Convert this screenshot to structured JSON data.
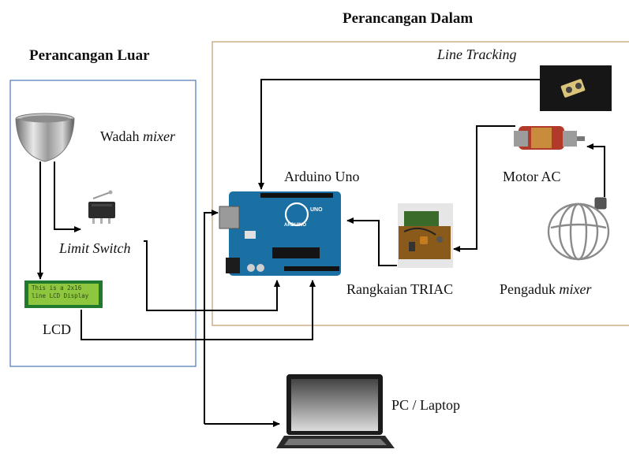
{
  "titles": {
    "inner": "Perancangan Dalam",
    "outer": "Perancangan Luar"
  },
  "labels": {
    "line_tracking": "Line Tracking",
    "wadah": "Wadah",
    "wadah_italic": "mixer",
    "arduino": "Arduino Uno",
    "motor": "Motor AC",
    "limit_switch": "Limit Switch",
    "triac": "Rangkaian TRIAC",
    "pengaduk": "Pengaduk",
    "pengaduk_italic": "mixer",
    "lcd": "LCD",
    "pc": "PC / Laptop"
  },
  "lcd_screen": {
    "line1": "This is a 2x16",
    "line2": "line LCD Display"
  },
  "arduino_board": {
    "brand": "ARDUINO",
    "model": "UNO"
  },
  "colors": {
    "outer_box": "#4a76b3",
    "inner_box": "#c49a6c",
    "arrow": "#000000",
    "lcd_green": "#8ec63f",
    "arduino_blue": "#1a6fa3"
  }
}
